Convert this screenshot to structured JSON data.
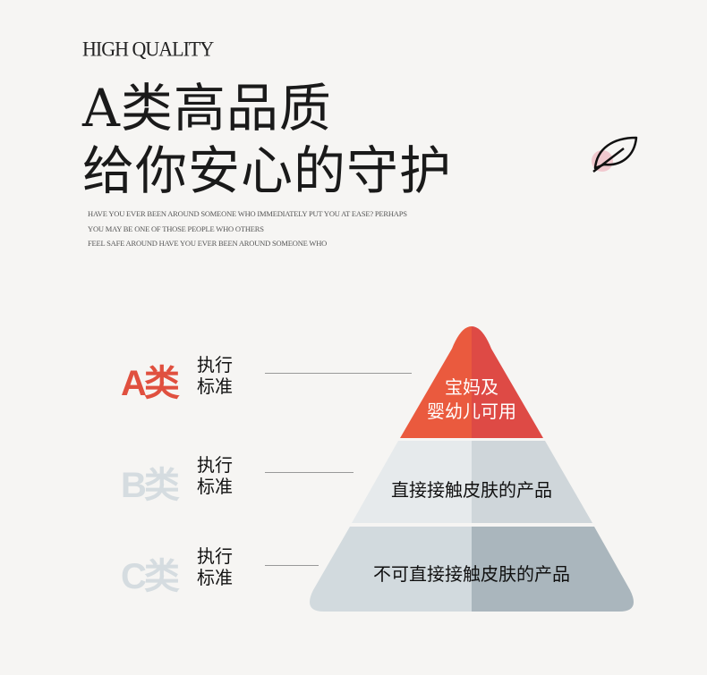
{
  "header": {
    "eyebrow": "HIGH QUALITY",
    "title_line1": "A类高品质",
    "title_line2": "给你安心的守护",
    "subtitle_lines": [
      "HAVE YOU EVER BEEN AROUND SOMEONE WHO IMMEDIATELY PUT YOU AT EASE? PERHAPS",
      "YOU MAY BE ONE OF THOSE PEOPLE WHO OTHERS",
      "FEEL SAFE AROUND HAVE YOU EVER BEEN AROUND SOMEONE WHO"
    ]
  },
  "tiers": [
    {
      "class_label": "A类",
      "standard_line1": "执行",
      "standard_line2": "标准",
      "description_line1": "宝妈及",
      "description_line2": "婴幼儿可用",
      "color": "#e0503f"
    },
    {
      "class_label": "B类",
      "standard_line1": "执行",
      "standard_line2": "标准",
      "description": "直接接触皮肤的产品",
      "color": "#dde3e6"
    },
    {
      "class_label": "C类",
      "standard_line1": "执行",
      "standard_line2": "标准",
      "description": "不可直接接触皮肤的产品",
      "color": "#c2ccd2"
    }
  ],
  "icons": {
    "leaf": "leaf-icon"
  }
}
